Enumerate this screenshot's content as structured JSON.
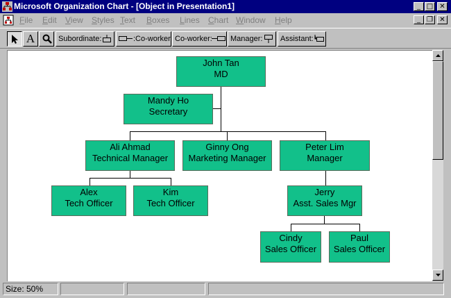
{
  "window": {
    "title": "Microsoft Organization Chart - [Object in Presentation1]",
    "controls": {
      "minimize": "_",
      "maximize": "□",
      "close": "✕"
    }
  },
  "doc_controls": {
    "minimize": "_",
    "restore": "❐",
    "close": "✕"
  },
  "menu": [
    {
      "key": "F",
      "rest": "ile"
    },
    {
      "key": "E",
      "rest": "dit"
    },
    {
      "key": "V",
      "rest": "iew"
    },
    {
      "key": "S",
      "rest": "tyles"
    },
    {
      "key": "T",
      "rest": "ext"
    },
    {
      "key": "B",
      "rest": "oxes"
    },
    {
      "key": "L",
      "rest": "ines"
    },
    {
      "key": "C",
      "rest": "hart"
    },
    {
      "key": "W",
      "rest": "indow"
    },
    {
      "key": "H",
      "rest": "elp"
    }
  ],
  "toolbar": {
    "select_tool": "select-arrow-icon",
    "text_tool": "A",
    "zoom_tool": "magnifier-icon",
    "subordinate": "Subordinate:",
    "coworker_left": ":Co-worker",
    "coworker_right": "Co-worker:",
    "manager": "Manager:",
    "assistant": "Assistant:"
  },
  "chart": {
    "boxes": [
      {
        "id": "john",
        "name": "John Tan",
        "title": "MD"
      },
      {
        "id": "mandy",
        "name": "Mandy Ho",
        "title": "Secretary"
      },
      {
        "id": "ali",
        "name": "Ali Ahmad",
        "title": "Technical Manager"
      },
      {
        "id": "ginny",
        "name": "Ginny Ong",
        "title": "Marketing Manager"
      },
      {
        "id": "peter",
        "name": "Peter Lim",
        "title": "Manager"
      },
      {
        "id": "alex",
        "name": "Alex",
        "title": "Tech Officer"
      },
      {
        "id": "kim",
        "name": "Kim",
        "title": "Tech Officer"
      },
      {
        "id": "jerry",
        "name": "Jerry",
        "title": "Asst. Sales Mgr"
      },
      {
        "id": "cindy",
        "name": "Cindy",
        "title": "Sales Officer"
      },
      {
        "id": "paul",
        "name": "Paul",
        "title": "Sales Officer"
      }
    ],
    "box_color": "#12c08a"
  },
  "status": {
    "size": "Size: 50%"
  }
}
